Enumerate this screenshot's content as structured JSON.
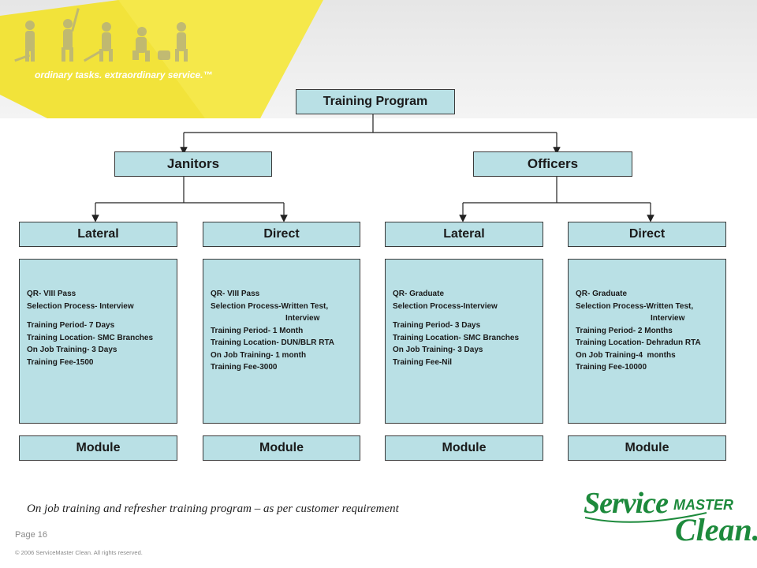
{
  "header": {
    "tagline": "ordinary tasks. extraordinary service.™",
    "accent_color": "#f2e33a"
  },
  "diagram": {
    "root": "Training Program",
    "groups": [
      {
        "label": "Janitors"
      },
      {
        "label": "Officers"
      }
    ],
    "tracks": [
      {
        "label": "Lateral",
        "module": "Module",
        "details": [
          "QR- VIII Pass",
          "Selection Process- Interview",
          "",
          "Training Period- 7 Days",
          "Training Location- SMC Branches",
          "On Job Training- 3 Days",
          "Training Fee-1500"
        ]
      },
      {
        "label": "Direct",
        "module": "Module",
        "details": [
          "QR- VIII Pass",
          "Selection Process-Written Test,",
          "Interview",
          "Training Period- 1 Month",
          "Training Location- DUN/BLR RTA",
          "On Job Training- 1 month",
          "Training Fee-3000"
        ]
      },
      {
        "label": "Lateral",
        "module": "Module",
        "details": [
          "QR- Graduate",
          "Selection Process-Interview",
          "",
          "Training Period- 3 Days",
          "Training Location- SMC Branches",
          "On Job Training- 3 Days",
          "Training Fee-Nil"
        ]
      },
      {
        "label": "Direct",
        "module": "Module",
        "details": [
          "QR- Graduate",
          "Selection Process-Written Test,",
          "Interview",
          "Training Period- 2 Months",
          "Training Location- Dehradun RTA",
          "On Job Training-4  months",
          "Training Fee-10000"
        ]
      }
    ],
    "box_color": "#b9e0e5"
  },
  "footer": {
    "note": "On job training  and refresher  training program – as per customer requirement",
    "page": "Page 16",
    "copyright": "© 2006 ServiceMaster Clean. All rights reserved."
  },
  "logo": {
    "service": "Service",
    "master": "MASTER",
    "clean": "Clean.",
    "color": "#1d8a3c"
  }
}
